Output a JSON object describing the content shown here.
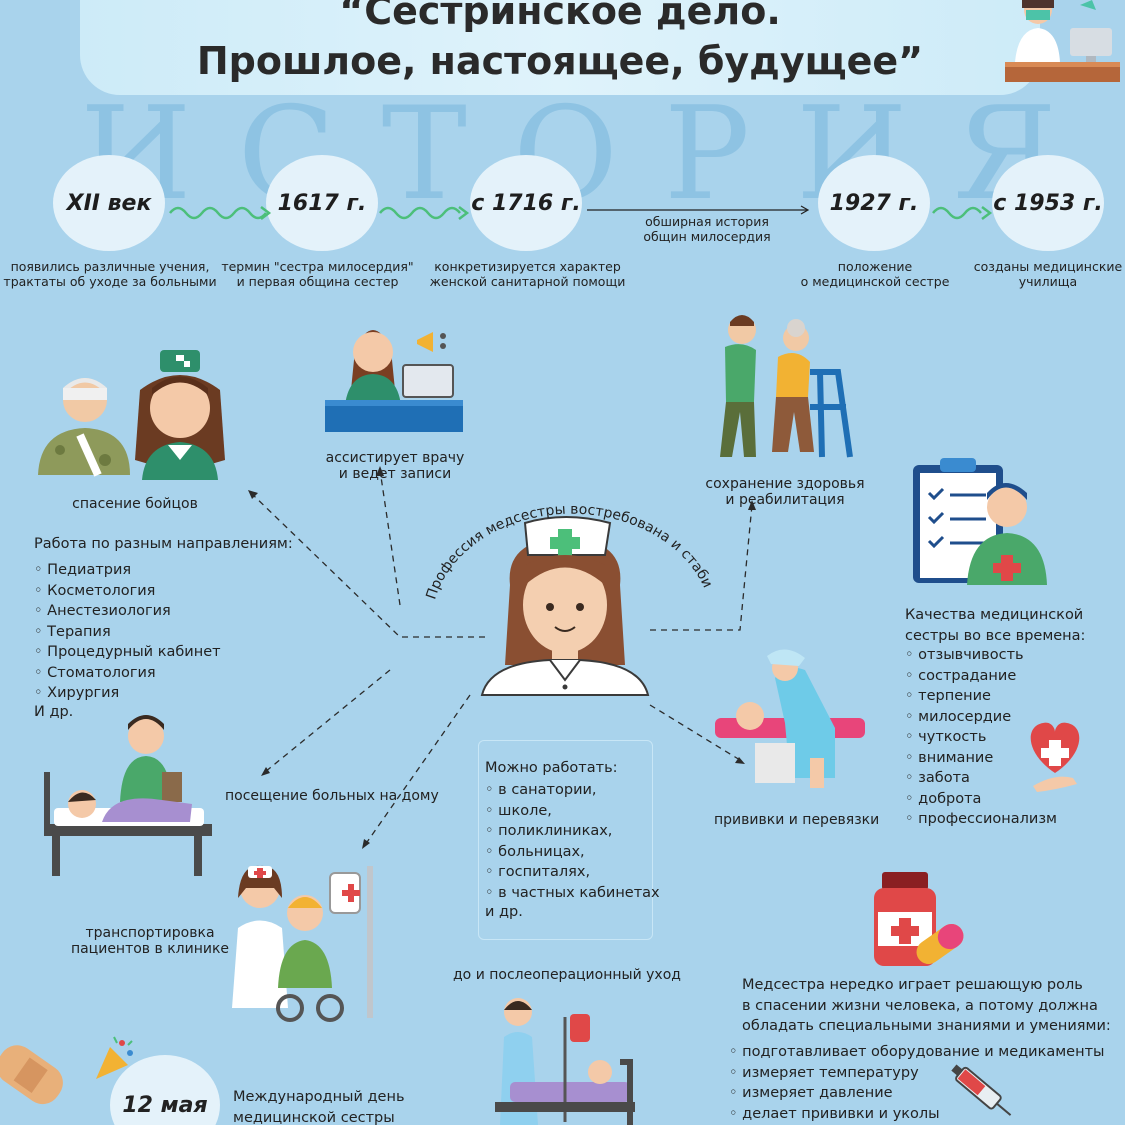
{
  "title": {
    "line1": "“Сестринское дело.",
    "line2": "Прошлое, настоящее, будущее”"
  },
  "watermark": "ИСТОРИЯ",
  "timeline": [
    {
      "date": "XII век",
      "caption": [
        "появились различные учения,",
        "трактаты об уходе за больными"
      ]
    },
    {
      "date": "1617 г.",
      "caption": [
        "термин \"сестра милосердия\"",
        "и первая община сестер"
      ]
    },
    {
      "date": "с 1716 г.",
      "caption": [
        "конкретизируется характер",
        "женской санитарной помощи"
      ]
    },
    {
      "date": "1927 г.",
      "caption": [
        "положение",
        "о медицинской сестре"
      ]
    },
    {
      "date": "с 1953 г.",
      "caption": [
        "созданы медицинские",
        "училища"
      ]
    }
  ],
  "timeline_gap_note": [
    "обширная история",
    "общин милосердия"
  ],
  "center_arc": "Профессия медсестры востребована и стабильна.",
  "nodes": {
    "soldiers": "спасение бойцов",
    "assist": [
      "ассистирует врачу",
      "и ведет записи"
    ],
    "rehab": [
      "сохранение здоровья",
      "и реабилитация"
    ],
    "home_visits": "посещение больных на дому",
    "transport": [
      "транспортировка",
      "пациентов в клинике"
    ],
    "vaccines": "прививки и перевязки",
    "postop": "до и послеоперационный уход"
  },
  "directions": {
    "heading": "Работа по разным направлениям:",
    "items": [
      "Педиатрия",
      "Косметология",
      "Анестезиология",
      "Терапия",
      "Процедурный кабинет",
      "Стоматология",
      "Хирургия"
    ],
    "tail": "И др."
  },
  "workplaces": {
    "heading": "Можно работать:",
    "items": [
      "в санатории,",
      "школе,",
      "поликлиниках,",
      "больницах,",
      "госпиталях,",
      "в частных кабинетах"
    ],
    "tail": "и др."
  },
  "qualities": {
    "heading": [
      "Качества медицинской",
      "сестры во все времена:"
    ],
    "items": [
      "отзывчивость",
      "сострадание",
      "терпение",
      "милосердие",
      "чуткость",
      "внимание",
      "забота",
      "доброта",
      "профессионализм"
    ]
  },
  "role": {
    "text": [
      "Медсестра нередко играет решающую роль",
      "в спасении жизни человека, а потому должна",
      "обладать специальными знаниями и умениями:"
    ],
    "items": [
      "подготавливает оборудование и медикаменты",
      "измеряет температуру",
      "измеряет давление",
      "делает прививки и уколы"
    ]
  },
  "holiday": {
    "date": "12 мая",
    "text": [
      "Международный день",
      "медицинской сестры"
    ]
  },
  "colors": {
    "background": "#a9d3ec",
    "accent_green": "#4cbf7a",
    "nurse_teal": "#2e8f6b",
    "red_cross": "#e04848"
  }
}
